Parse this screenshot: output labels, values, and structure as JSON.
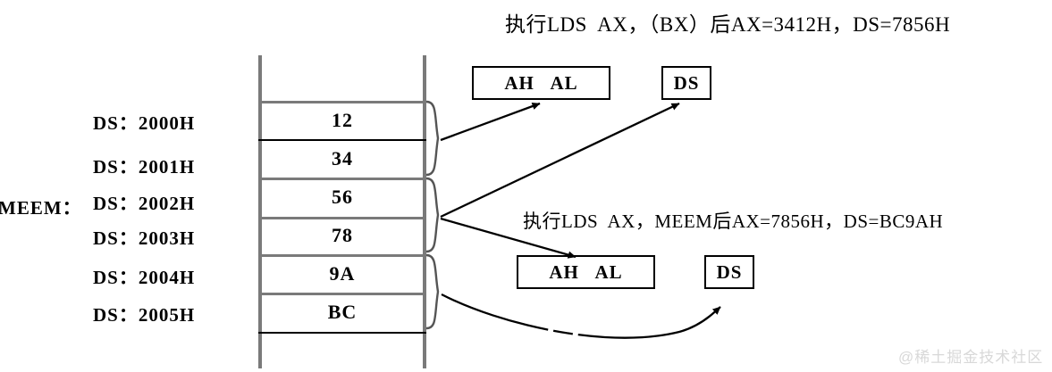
{
  "diagram": {
    "title_top": "执行LDS  AX，（BX）后AX=3412H，DS=7856H",
    "title_mid": "执行LDS  AX，MEEM后AX=7856H，DS=BC9AH",
    "group_label": "MEEM："
  },
  "memory": {
    "rows": [
      {
        "address": "DS：2000H",
        "value": "12"
      },
      {
        "address": "DS：2001H",
        "value": "34"
      },
      {
        "address": "DS：2002H",
        "value": "56"
      },
      {
        "address": "DS：2003H",
        "value": "78"
      },
      {
        "address": "DS：2004H",
        "value": "9A"
      },
      {
        "address": "DS：2005H",
        "value": "BC"
      }
    ]
  },
  "registers": {
    "ah_al_top": "AH   AL",
    "ds_top": "DS",
    "ah_al_bottom": "AH   AL",
    "ds_bottom": "DS"
  },
  "colors": {
    "line_gray": "#7a7a7a",
    "line_black": "#000000",
    "watermark": "#d8d8d8"
  },
  "watermark": "@稀土掘金技术社区"
}
